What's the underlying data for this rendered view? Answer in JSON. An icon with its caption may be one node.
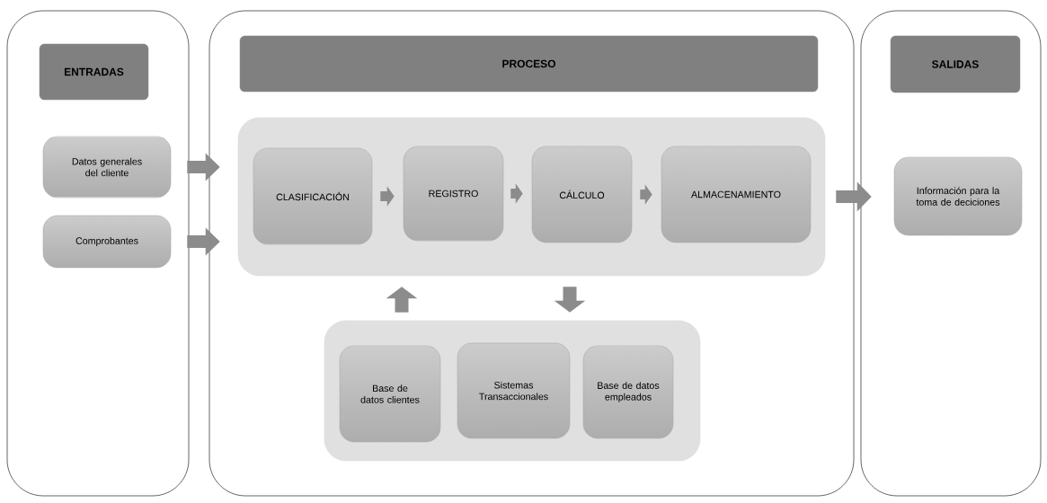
{
  "diagram": {
    "nodes": [
      {
        "text": [],
        "shape": "box"
      },
      {
        "text": [
          "ENTRADAS"
        ],
        "in": 0
      },
      {
        "text": [
          "Datos generales del cliente"
        ],
        "in": 0
      },
      {
        "text": [
          "Comprobantes"
        ],
        "in": 0
      },
      {
        "text": [],
        "shape": "box"
      },
      {
        "text": [
          "PROCESO"
        ],
        "in": 4
      },
      {
        "text": [],
        "shape": "box",
        "in": 4
      },
      {
        "text": [
          "CLASIFICACIÓN"
        ],
        "in": 6
      },
      {
        "text": [
          "REGISTRO"
        ],
        "in": 6
      },
      {
        "text": [
          "CÁLCULO"
        ],
        "in": 6
      },
      {
        "text": [
          "ALMACENAMIENTO"
        ],
        "in": 6
      },
      {
        "text": [],
        "shape": "box",
        "in": 4
      },
      {
        "text": [
          "Base de datos clientes"
        ],
        "in": 11
      },
      {
        "text": [
          "Sistemas Transaccionales"
        ],
        "in": 11
      },
      {
        "text": [
          "Base de datos empleados"
        ],
        "in": 11
      },
      {
        "text": [],
        "shape": "box"
      },
      {
        "text": [
          "SALIDAS"
        ],
        "in": 15
      },
      {
        "text": [
          "Información para la toma de deciciones"
        ],
        "in": 15
      }
    ],
    "edges": [
      {
        "from": 2,
        "to": 6,
        "arrow": "to"
      },
      {
        "from": 3,
        "to": 6,
        "arrow": "to"
      },
      {
        "from": 7,
        "to": 8,
        "arrow": "to"
      },
      {
        "from": 8,
        "to": 9,
        "arrow": "to"
      },
      {
        "from": 9,
        "to": 10,
        "arrow": "to"
      },
      {
        "from": 11,
        "to": 6,
        "arrow": "to"
      },
      {
        "from": 6,
        "to": 11,
        "arrow": "to"
      },
      {
        "from": 6,
        "to": 17,
        "arrow": "to"
      }
    ]
  }
}
